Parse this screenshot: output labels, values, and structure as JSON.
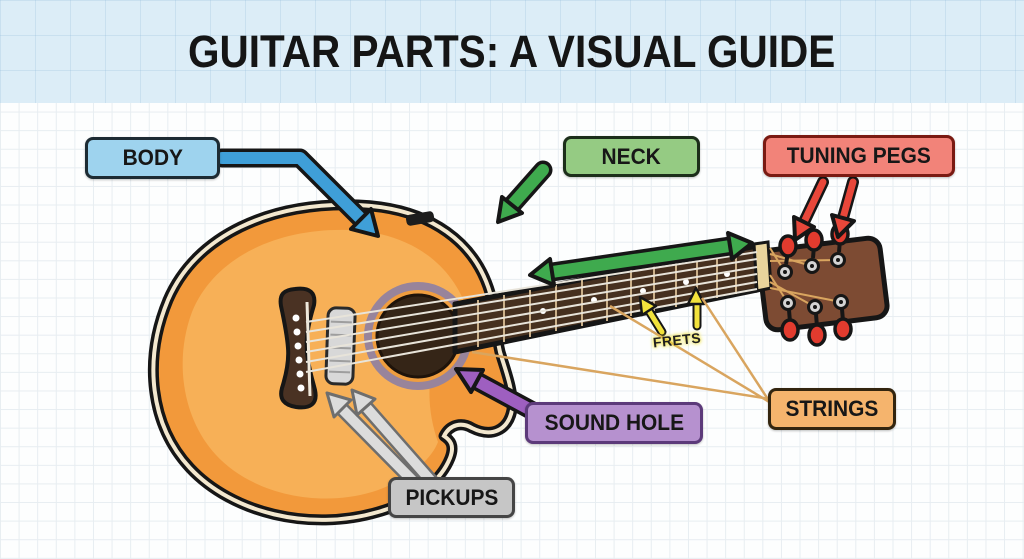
{
  "title": "GUITAR PARTS: A VISUAL GUIDE",
  "labels": {
    "body": {
      "text": "BODY",
      "fill": "#9ed3ee",
      "border": "#1d2b33",
      "arrow_color": "#3f9fd8"
    },
    "neck": {
      "text": "NECK",
      "fill": "#95cb83",
      "border": "#1c2e1a",
      "arrow_color": "#3faa4e"
    },
    "tuning_pegs": {
      "text": "TUNING PEGS",
      "fill": "#f28379",
      "border": "#7a1a12",
      "arrow_color": "#e8473a"
    },
    "strings": {
      "text": "STRINGS",
      "fill": "#f5b46d",
      "border": "#33250f",
      "pointer_color": "#d9a55f"
    },
    "sound_hole": {
      "text": "SOUND HOLE",
      "fill": "#b691cf",
      "border": "#5c3a7a",
      "arrow_color": "#9e5fc0"
    },
    "pickups": {
      "text": "PICKUPS",
      "fill": "#c6c6c6",
      "border": "#454545",
      "arrow_color": "#dcdcdc"
    },
    "frets": {
      "text": "FRETS",
      "color": "#1f1f1f",
      "glow": "#f2e23c",
      "arrow_color": "#f2e23c"
    }
  },
  "guitar": {
    "body_color": "#f2993b",
    "body_highlight": "#f7b057",
    "outline": "#161616",
    "binding_line": "#f3e8cf",
    "fretboard": "#46301f",
    "fret_wire": "#cbb089",
    "headstock": "#7d4b33",
    "bridge": "#4a3223",
    "pickup_plate": "#d8d8d8",
    "tuning_peg": "#e23b2e",
    "string_color": "#e8e4da",
    "headstock_string": "#d9a55f",
    "soundhole_ring": "#98849b",
    "soundhole_inner_ring": "#ef9d3f",
    "soundhole": "#352517",
    "nut": "#e9d49c"
  },
  "background": {
    "header_fill": "#dcedf7",
    "page_fill": "#fdfefe",
    "grid_line": "#e7edf1"
  }
}
